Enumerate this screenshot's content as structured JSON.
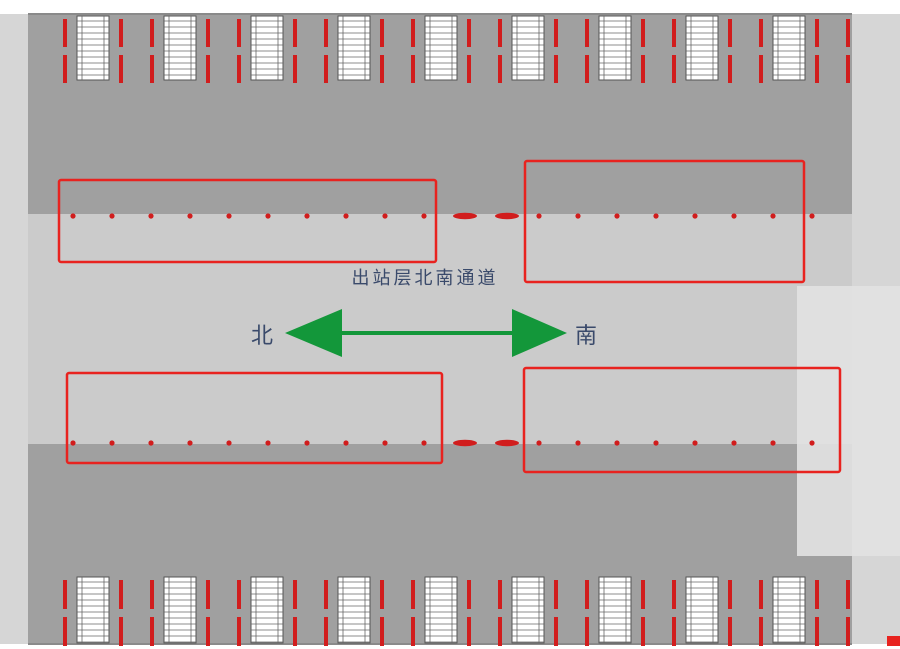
{
  "corridor": {
    "label": "出站层北南通道",
    "north_label": "北",
    "south_label": "南"
  },
  "colors": {
    "platform": "#a0a0a0",
    "corridor": "#cbcbcb",
    "light_panel": "#e2e2e2",
    "highlight_box": "#e8231f",
    "gate_mark": "#d11d1d",
    "arrow": "#13973a",
    "label_text": "#3a4a6b"
  },
  "layout_counts": {
    "escalators_per_row": 9,
    "highlight_boxes": 4
  }
}
